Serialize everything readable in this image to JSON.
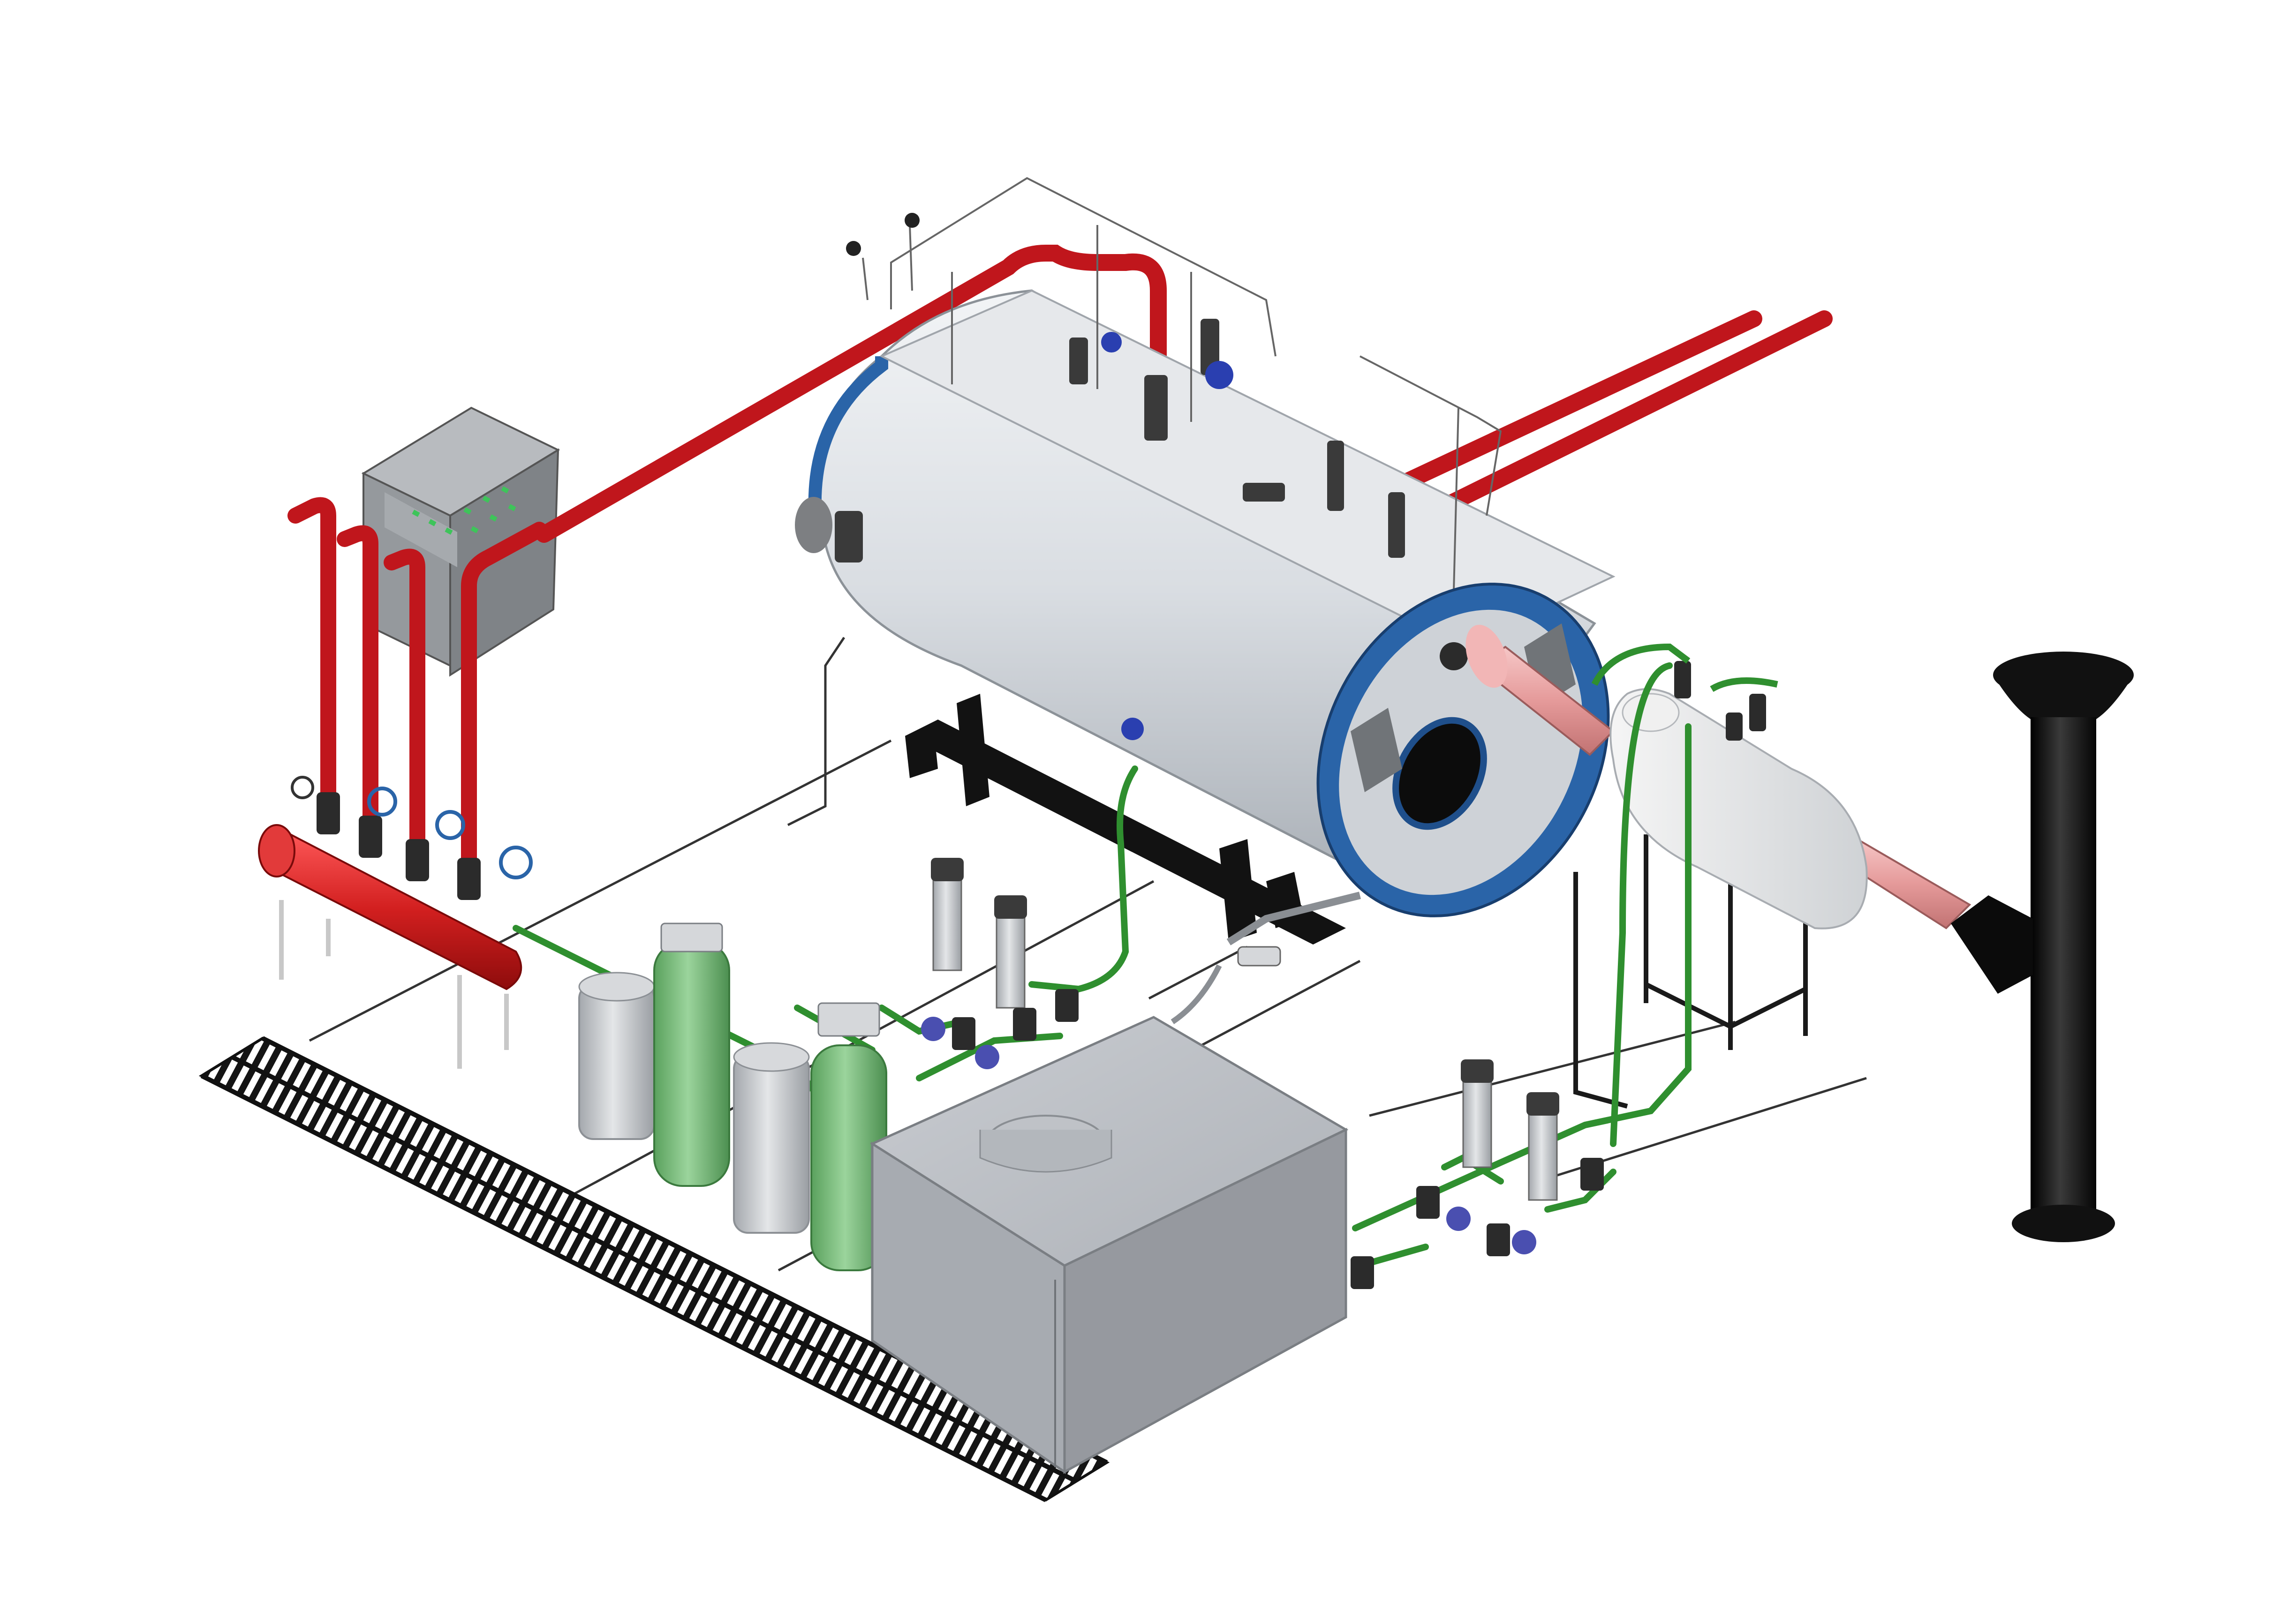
{
  "scene": {
    "kind": "isometric boiler room installation",
    "components": [
      "horizontal-fire-tube-boiler",
      "burner-front-door",
      "boiler-base-frame",
      "control-cabinet",
      "steam-header",
      "water-softener-set",
      "feedwater-tank",
      "feedwater-pump-group",
      "economizer",
      "flue-duct",
      "chimney",
      "floor-drain-grating"
    ]
  },
  "colors": {
    "steam_pipe": "#c0161c",
    "water_pipe": "#2f8f2f",
    "boiler_shell": "#d9dde2",
    "boiler_front_ring": "#2a64a8",
    "flue_duct": "#e8a4a4",
    "chimney": "#111111",
    "tank": "#b5b9c0",
    "softener_resin": "#7fbf82",
    "brine_tank": "#c8ccd0",
    "frame": "#111111",
    "cabinet": "#8a8e92",
    "cabinet_leds": "#3ec45a"
  },
  "icons": {
    "valve": "handwheel-valve-icon",
    "pump": "vertical-pump-icon",
    "gauge": "pressure-gauge-icon"
  }
}
